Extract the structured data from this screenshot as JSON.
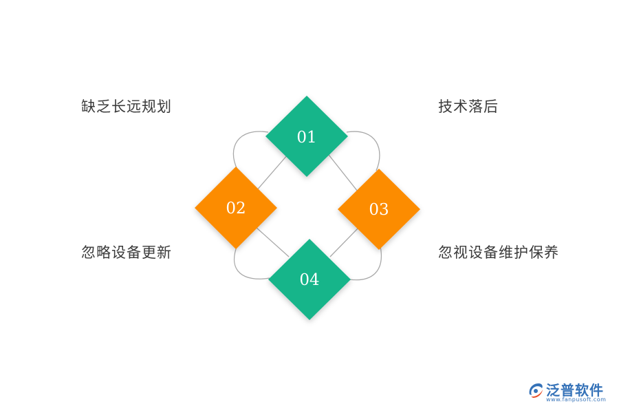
{
  "colors": {
    "green": "#16b58a",
    "orange": "#fc8c03",
    "connector": "#a8a8a8",
    "label_text": "#3a3a3a",
    "brand": "#3572b8"
  },
  "nodes": [
    {
      "number": "01",
      "label": "缺乏长远规划",
      "color": "green"
    },
    {
      "number": "02",
      "label": "忽略设备更新",
      "color": "orange"
    },
    {
      "number": "03",
      "label": "忽视设备维护保养",
      "color": "orange"
    },
    {
      "number": "04",
      "label": "技术落后",
      "color": "green"
    }
  ],
  "corner_labels": {
    "top_left": "缺乏长远规划",
    "top_right": "技术落后",
    "bottom_left": "忽略设备更新",
    "bottom_right": "忽视设备维护保养"
  },
  "brand": {
    "name": "泛普软件",
    "url": "www.fanpusoft.com",
    "icon": "fanpu-logo-icon"
  }
}
